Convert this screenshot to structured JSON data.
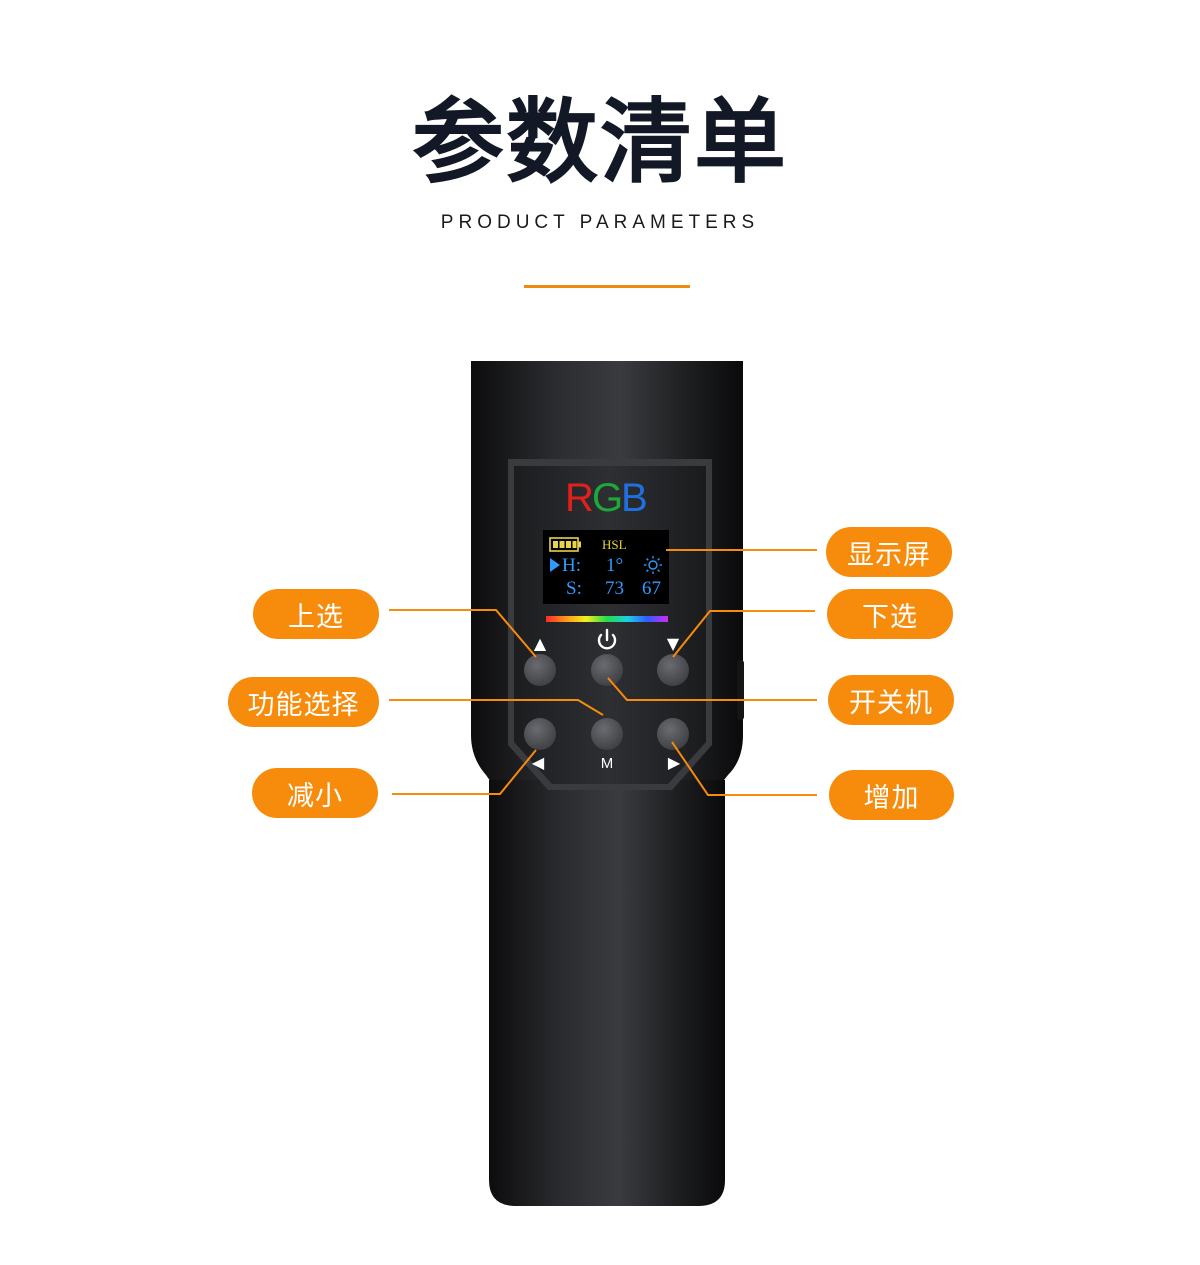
{
  "header": {
    "title": "参数清单",
    "subtitle": "PRODUCT PARAMETERS"
  },
  "device": {
    "brand_r": "R",
    "brand_g": "G",
    "brand_b": "B",
    "screen": {
      "mode": "HSL",
      "row1_label": "H:",
      "row1_value": "1°",
      "row2_label": "S:",
      "row2_value1": "73",
      "row2_value2": "67"
    },
    "button_marks": {
      "up": "▲",
      "down": "▼",
      "left": "◀",
      "right": "▶",
      "mode": "M"
    }
  },
  "labels": {
    "display": "显示屏",
    "up_select": "上选",
    "down_select": "下选",
    "function_select": "功能选择",
    "power": "开关机",
    "decrease": "减小",
    "increase": "增加"
  },
  "colors": {
    "accent": "#f78b0c",
    "title": "#121826",
    "screen_text": "#2f9bff",
    "screen_mode": "#e8d34a",
    "brand_r": "#e0201c",
    "brand_g": "#1ea83a",
    "brand_b": "#1e6fe0"
  }
}
